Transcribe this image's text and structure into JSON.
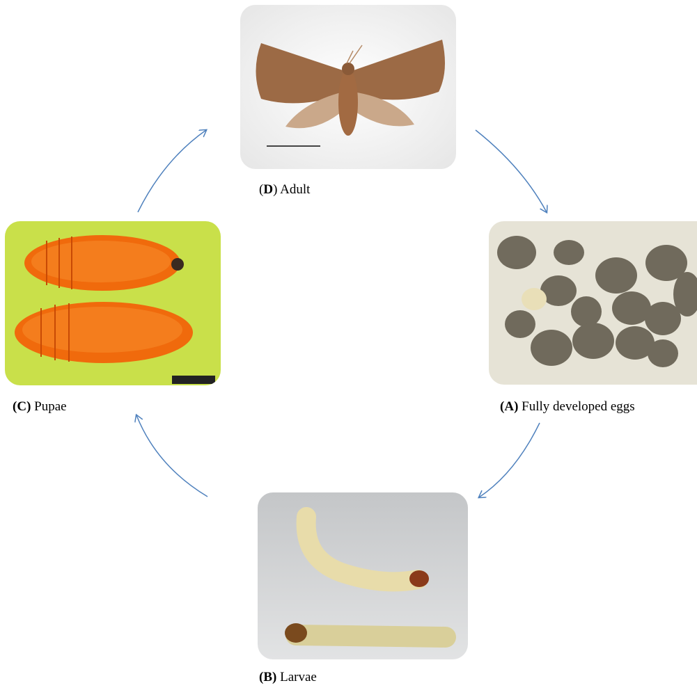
{
  "stages": {
    "adult": {
      "letter": "D",
      "name": "Adult"
    },
    "eggs": {
      "letter": "A",
      "name": "Fully developed eggs"
    },
    "larvae": {
      "letter": "B",
      "name": "Larvae"
    },
    "pupae": {
      "letter": "C",
      "name": "Pupae"
    }
  },
  "colors": {
    "arrow": "#4f81bd",
    "moth": "#9c6a45",
    "eggs_bg": "#e6e3d6",
    "egg": "#6a6456",
    "larva": "#e8dcaa",
    "pupa": "#f06a0c",
    "pupae_bg": "#c9e04a"
  }
}
